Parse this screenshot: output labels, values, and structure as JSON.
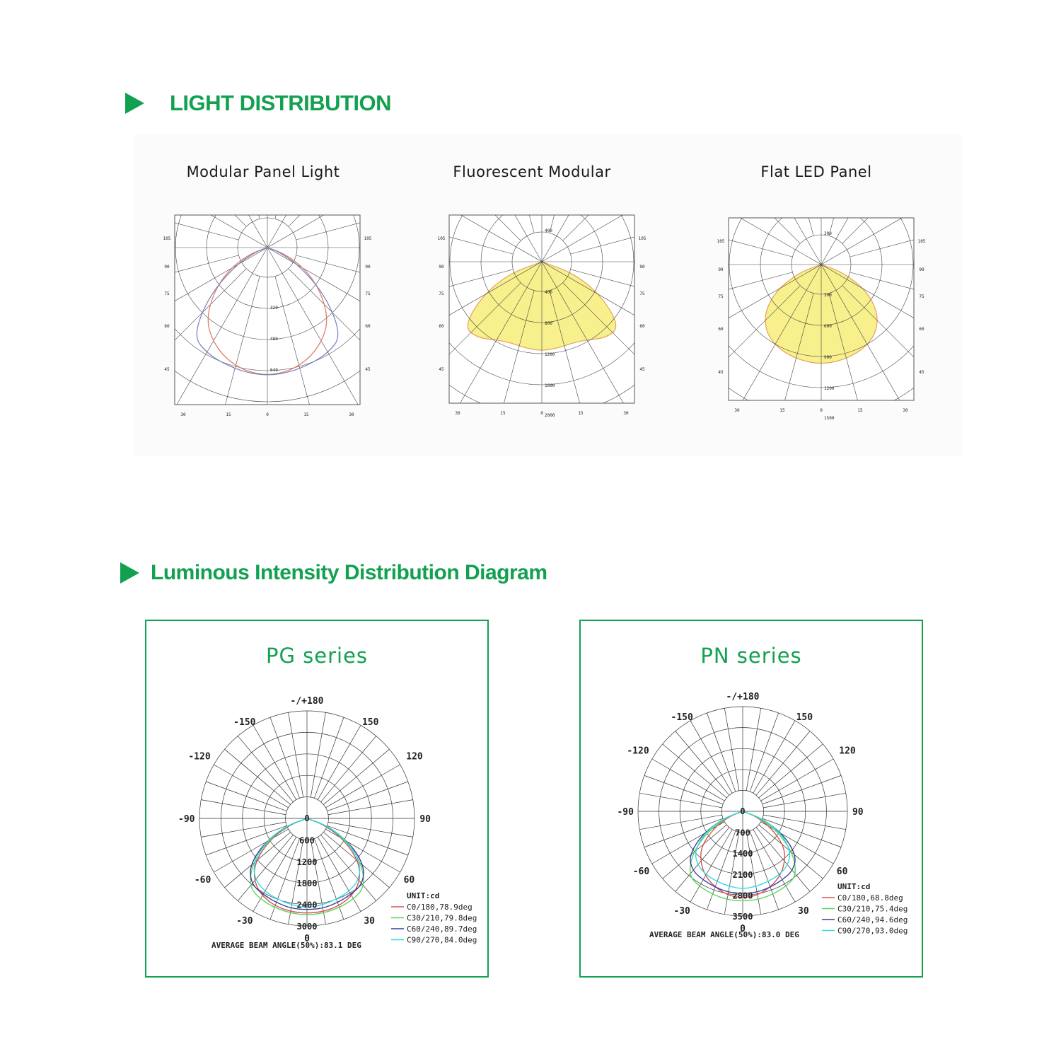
{
  "section1": {
    "title": "LIGHT DISTRIBUTION"
  },
  "section2": {
    "title": "Luminous Intensity Distribution Diagram"
  },
  "colors": {
    "accent": "#12a150",
    "fill_yellow": "#f7f08c",
    "fill_outline": "#e8a060"
  },
  "icons": {
    "section_marker": "play-triangle-icon"
  },
  "chart_data": [
    {
      "type": "polar",
      "title": "Modular Panel Light",
      "side_labels": [
        "105",
        "90",
        "75",
        "60",
        "45"
      ],
      "bottom_labels": [
        "30",
        "15",
        "0",
        "15",
        "30"
      ],
      "radial_labels": [
        "320",
        "480",
        "640"
      ],
      "series": [
        {
          "name": "",
          "color": "#e07d6a",
          "r": [
            1,
            0.98,
            0.93,
            0.85,
            0.74,
            0.55,
            0.35,
            0.15,
            0
          ]
        },
        {
          "name": "",
          "color": "#7a86c2",
          "r": [
            1,
            0.99,
            0.97,
            0.95,
            0.9,
            0.6,
            0.3,
            0.1,
            0
          ]
        }
      ],
      "grid": true
    },
    {
      "type": "polar",
      "title": "Fluorescent  Modular",
      "side_labels": [
        "105",
        "90",
        "75",
        "60",
        "45"
      ],
      "bottom_labels": [
        "30",
        "15",
        "0",
        "15",
        "30"
      ],
      "radial_labels": [
        "400",
        "400",
        "800",
        "1200",
        "1600",
        "2000"
      ],
      "series": [
        {
          "name": "",
          "color": "#e8a060",
          "fill": true,
          "r": [
            0.77,
            0.76,
            0.75,
            0.78,
            0.86,
            0.88,
            0.6,
            0.3,
            0
          ]
        }
      ],
      "grid": true
    },
    {
      "type": "polar",
      "title": "Flat LED Panel",
      "side_labels": [
        "105",
        "90",
        "75",
        "60",
        "45"
      ],
      "bottom_labels": [
        "30",
        "15",
        "0",
        "15",
        "30"
      ],
      "radial_labels": [
        "300",
        "300",
        "600",
        "900",
        "1200",
        "1500"
      ],
      "series": [
        {
          "name": "",
          "color": "#e8a060",
          "fill": true,
          "r": [
            0.92,
            0.91,
            0.89,
            0.86,
            0.8,
            0.68,
            0.48,
            0.22,
            0
          ]
        }
      ],
      "grid": true
    },
    {
      "type": "polar",
      "title": "PG series",
      "angle_labels": {
        "top": "-/+180",
        "tl150": "-150",
        "tr150": "150",
        "tl120": "-120",
        "tr120": "120",
        "l90": "-90",
        "r90": "90",
        "l60": "-60",
        "r60": "60",
        "l30": "-30",
        "r30": "30",
        "bottom": "0"
      },
      "radial_labels": [
        "0",
        "600",
        "1200",
        "1800",
        "2400",
        "3000"
      ],
      "unit": "UNIT:cd",
      "series": [
        {
          "name": "C0/180,78.9deg",
          "color": "#d9534f",
          "r": [
            2650,
            2640,
            2600,
            2500,
            2300,
            1900,
            1200,
            500,
            0
          ]
        },
        {
          "name": "C30/210,79.8deg",
          "color": "#5cd65c",
          "r": [
            2700,
            2680,
            2650,
            2600,
            2500,
            2000,
            1300,
            550,
            0
          ]
        },
        {
          "name": "C60/240,89.7deg",
          "color": "#3a3aa0",
          "r": [
            2550,
            2550,
            2500,
            2450,
            2400,
            2100,
            1400,
            600,
            0
          ]
        },
        {
          "name": "C90/270,84.0deg",
          "color": "#33dddd",
          "r": [
            2500,
            2450,
            2400,
            2350,
            2250,
            1950,
            1350,
            650,
            0
          ]
        }
      ],
      "footer": "AVERAGE BEAM ANGLE(50%):83.1 DEG"
    },
    {
      "type": "polar",
      "title": "PN series",
      "angle_labels": {
        "top": "-/+180",
        "tl150": "-150",
        "tr150": "150",
        "tl120": "-120",
        "tr120": "120",
        "l90": "-90",
        "r90": "90",
        "l60": "-60",
        "r60": "60",
        "l30": "-30",
        "r30": "30",
        "bottom": "0"
      },
      "radial_labels": [
        "0",
        "700",
        "1400",
        "2100",
        "2800",
        "3500"
      ],
      "unit": "UNIT:cd",
      "series": [
        {
          "name": "C0/180,68.8deg",
          "color": "#d9534f",
          "r": [
            2900,
            2850,
            2700,
            2500,
            2200,
            1800,
            1100,
            450,
            0
          ]
        },
        {
          "name": "C30/210,75.4deg",
          "color": "#5cd65c",
          "r": [
            3000,
            3000,
            2950,
            2900,
            2800,
            2200,
            1350,
            550,
            0
          ]
        },
        {
          "name": "C60/240,94.6deg",
          "color": "#3a3aa0",
          "r": [
            2750,
            2750,
            2700,
            2650,
            2600,
            2350,
            1600,
            700,
            0
          ]
        },
        {
          "name": "C90/270,93.0deg",
          "color": "#33dddd",
          "r": [
            2600,
            2550,
            2500,
            2450,
            2350,
            2100,
            1500,
            700,
            0
          ]
        }
      ],
      "footer": "AVERAGE BEAM ANGLE(50%):83.0 DEG"
    }
  ]
}
